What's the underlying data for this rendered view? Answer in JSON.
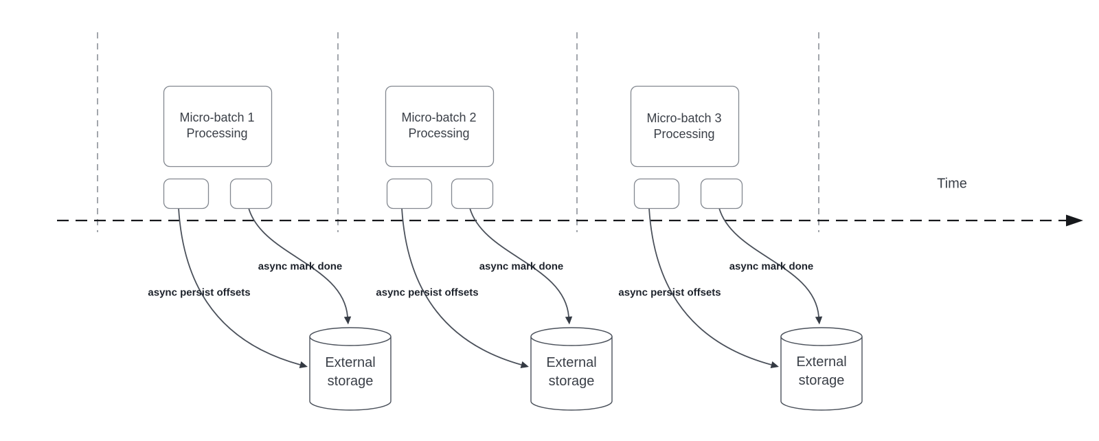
{
  "colors": {
    "background": "#ffffff",
    "axis_line": "#16181c",
    "guide_line": "#a2a6ac",
    "shape_border": "#82878f",
    "connector": "#4a505a",
    "arrowhead": "#343a43",
    "text_primary": "#3a3f47",
    "text_label_bold": "#1d222b"
  },
  "time_axis": {
    "label": "Time"
  },
  "groups": [
    {
      "box_line1": "Micro-batch 1",
      "box_line2": "Processing",
      "persist_label": "async persist offsets",
      "mark_label": "async mark done",
      "storage_line1": "External",
      "storage_line2": "storage"
    },
    {
      "box_line1": "Micro-batch 2",
      "box_line2": "Processing",
      "persist_label": "async persist offsets",
      "mark_label": "async mark done",
      "storage_line1": "External",
      "storage_line2": "storage"
    },
    {
      "box_line1": "Micro-batch 3",
      "box_line2": "Processing",
      "persist_label": "async persist offsets",
      "mark_label": "async mark done",
      "storage_line1": "External",
      "storage_line2": "storage"
    }
  ]
}
